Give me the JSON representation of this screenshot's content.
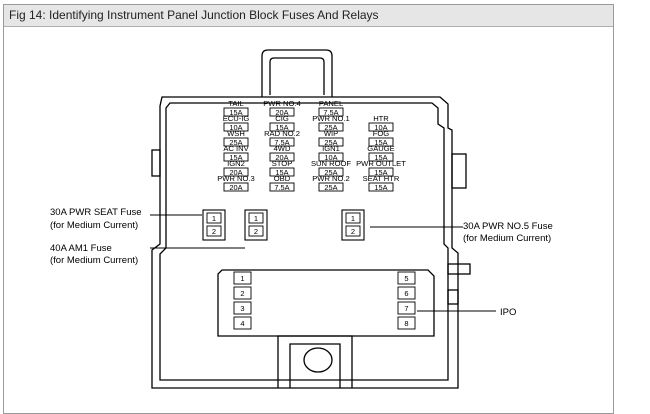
{
  "figure": {
    "title": "Fig 14: Identifying Instrument Panel Junction Block Fuses And Relays"
  },
  "fuse_rows": [
    [
      {
        "name": "TAIL",
        "amps": "15A"
      },
      {
        "name": "PWR NO.4",
        "amps": "20A"
      },
      {
        "name": "PANEL",
        "amps": "7.5A"
      },
      null
    ],
    [
      {
        "name": "ECU-IG",
        "amps": "10A"
      },
      {
        "name": "CIG",
        "amps": "15A"
      },
      {
        "name": "PWR NO.1",
        "amps": "25A"
      },
      {
        "name": "HTR",
        "amps": "10A"
      }
    ],
    [
      {
        "name": "WSH",
        "amps": "25A"
      },
      {
        "name": "RAD NO.2",
        "amps": "7.5A"
      },
      {
        "name": "WIP",
        "amps": "25A"
      },
      {
        "name": "FOG",
        "amps": "15A"
      }
    ],
    [
      {
        "name": "AC INV",
        "amps": "15A"
      },
      {
        "name": "4WD",
        "amps": "20A"
      },
      {
        "name": "IGN1",
        "amps": "10A"
      },
      {
        "name": "GAUGE",
        "amps": "15A"
      }
    ],
    [
      {
        "name": "IGN2",
        "amps": "20A"
      },
      {
        "name": "STOP",
        "amps": "15A"
      },
      {
        "name": "SUN ROOF",
        "amps": "25A"
      },
      {
        "name": "PWR OUTLET",
        "amps": "15A"
      }
    ],
    [
      {
        "name": "PWR NO.3",
        "amps": "20A"
      },
      {
        "name": "OBD",
        "amps": "7.5A"
      },
      {
        "name": "PWR NO.2",
        "amps": "25A"
      },
      {
        "name": "SEAT HTR",
        "amps": "15A"
      }
    ]
  ],
  "relays": {
    "pwr_seat": {
      "pins": [
        "1",
        "2"
      ]
    },
    "am1": {
      "pins": [
        "1",
        "2"
      ]
    },
    "pwr_no5": {
      "pins": [
        "1",
        "2"
      ]
    }
  },
  "ipo": {
    "left_pins": [
      "1",
      "2",
      "3",
      "4"
    ],
    "right_pins": [
      "5",
      "6",
      "7",
      "8"
    ]
  },
  "callouts": {
    "pwr_seat_line1": "30A PWR SEAT Fuse",
    "pwr_seat_line2": "(for Medium Current)",
    "am1_line1": "40A AM1 Fuse",
    "am1_line2": "(for Medium Current)",
    "pwr_no5_line1": "30A PWR NO.5 Fuse",
    "pwr_no5_line2": "(for Medium Current)",
    "ipo": "IPO"
  }
}
